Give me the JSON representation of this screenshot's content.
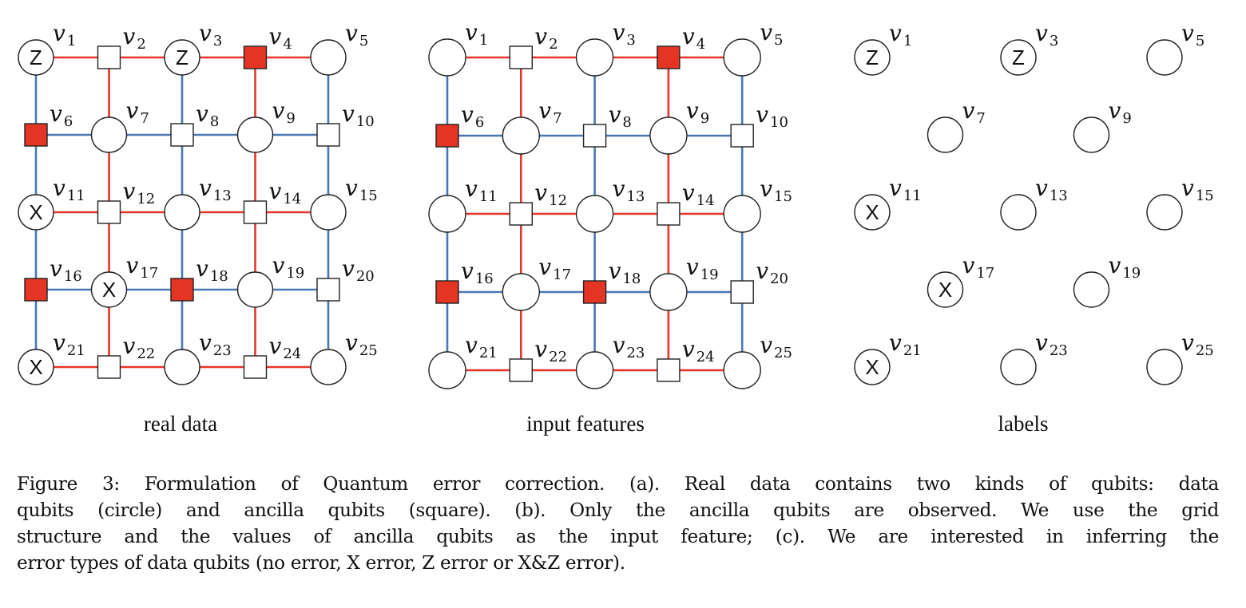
{
  "colors": {
    "red_edge": "#e8352a",
    "blue_edge": "#4a78b5",
    "ancilla_active": "#e33424",
    "stroke": "#222222"
  },
  "panels": [
    {
      "title": "real data",
      "show_ancilla": true,
      "nodes": [
        {
          "id": "1",
          "shape": "circle",
          "mark": "Z"
        },
        {
          "id": "2",
          "shape": "square"
        },
        {
          "id": "3",
          "shape": "circle",
          "mark": "Z"
        },
        {
          "id": "4",
          "shape": "square",
          "active": true
        },
        {
          "id": "5",
          "shape": "circle"
        },
        {
          "id": "6",
          "shape": "square",
          "active": true
        },
        {
          "id": "7",
          "shape": "circle"
        },
        {
          "id": "8",
          "shape": "square"
        },
        {
          "id": "9",
          "shape": "circle"
        },
        {
          "id": "10",
          "shape": "square"
        },
        {
          "id": "11",
          "shape": "circle",
          "mark": "X"
        },
        {
          "id": "12",
          "shape": "square"
        },
        {
          "id": "13",
          "shape": "circle"
        },
        {
          "id": "14",
          "shape": "square"
        },
        {
          "id": "15",
          "shape": "circle"
        },
        {
          "id": "16",
          "shape": "square",
          "active": true
        },
        {
          "id": "17",
          "shape": "circle",
          "mark": "X"
        },
        {
          "id": "18",
          "shape": "square",
          "active": true
        },
        {
          "id": "19",
          "shape": "circle"
        },
        {
          "id": "20",
          "shape": "square"
        },
        {
          "id": "21",
          "shape": "circle",
          "mark": "X"
        },
        {
          "id": "22",
          "shape": "square"
        },
        {
          "id": "23",
          "shape": "circle"
        },
        {
          "id": "24",
          "shape": "square"
        },
        {
          "id": "25",
          "shape": "circle"
        }
      ]
    },
    {
      "title": "input features",
      "show_ancilla": true,
      "nodes": [
        {
          "id": "1",
          "shape": "circle"
        },
        {
          "id": "2",
          "shape": "square"
        },
        {
          "id": "3",
          "shape": "circle"
        },
        {
          "id": "4",
          "shape": "square",
          "active": true
        },
        {
          "id": "5",
          "shape": "circle"
        },
        {
          "id": "6",
          "shape": "square",
          "active": true
        },
        {
          "id": "7",
          "shape": "circle"
        },
        {
          "id": "8",
          "shape": "square"
        },
        {
          "id": "9",
          "shape": "circle"
        },
        {
          "id": "10",
          "shape": "square"
        },
        {
          "id": "11",
          "shape": "circle"
        },
        {
          "id": "12",
          "shape": "square"
        },
        {
          "id": "13",
          "shape": "circle"
        },
        {
          "id": "14",
          "shape": "square"
        },
        {
          "id": "15",
          "shape": "circle"
        },
        {
          "id": "16",
          "shape": "square",
          "active": true
        },
        {
          "id": "17",
          "shape": "circle"
        },
        {
          "id": "18",
          "shape": "square",
          "active": true
        },
        {
          "id": "19",
          "shape": "circle"
        },
        {
          "id": "20",
          "shape": "square"
        },
        {
          "id": "21",
          "shape": "circle"
        },
        {
          "id": "22",
          "shape": "square"
        },
        {
          "id": "23",
          "shape": "circle"
        },
        {
          "id": "24",
          "shape": "square"
        },
        {
          "id": "25",
          "shape": "circle"
        }
      ]
    },
    {
      "title": "labels",
      "show_ancilla": false,
      "nodes": [
        {
          "id": "1",
          "shape": "circle",
          "mark": "Z"
        },
        {
          "id": "3",
          "shape": "circle",
          "mark": "Z"
        },
        {
          "id": "5",
          "shape": "circle"
        },
        {
          "id": "7",
          "shape": "circle"
        },
        {
          "id": "9",
          "shape": "circle"
        },
        {
          "id": "11",
          "shape": "circle",
          "mark": "X"
        },
        {
          "id": "13",
          "shape": "circle"
        },
        {
          "id": "15",
          "shape": "circle"
        },
        {
          "id": "17",
          "shape": "circle",
          "mark": "X"
        },
        {
          "id": "19",
          "shape": "circle"
        },
        {
          "id": "21",
          "shape": "circle",
          "mark": "X"
        },
        {
          "id": "23",
          "shape": "circle"
        },
        {
          "id": "25",
          "shape": "circle"
        }
      ]
    }
  ],
  "node_symbol": "v",
  "caption": [
    "Figure 3: Formulation of Quantum error correction. (a). Real data contains two kinds of qubits: data",
    "qubits (circle) and ancilla qubits (square). (b). Only the ancilla qubits are observed. We use the grid",
    "structure and the values of ancilla qubits as the input feature; (c). We are interested in inferring the",
    "error types of data qubits (no error, X error, Z error or X&Z error)."
  ]
}
